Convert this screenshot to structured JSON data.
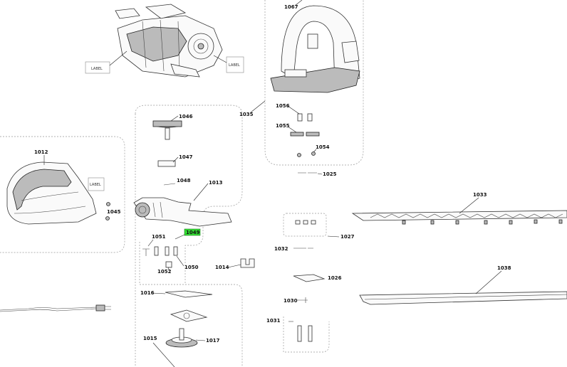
{
  "callouts": {
    "c1067": "1067",
    "c1035": "1035",
    "c1056": "1056",
    "c1055": "1055",
    "c1054": "1054",
    "c1025": "1025",
    "c1046": "1046",
    "c1047": "1047",
    "c1048": "1048",
    "c1013": "1013",
    "c1012": "1012",
    "c1045": "1045",
    "c1051": "1051",
    "c1049": "1049",
    "c1050": "1050",
    "c1052": "1052",
    "c1014": "1014",
    "c1016": "1016",
    "c1015": "1015",
    "c1017": "1017",
    "c1027": "1027",
    "c1032": "1032",
    "c1026": "1026",
    "c1030": "1030",
    "c1031": "1031",
    "c1033": "1033",
    "c1038": "1038"
  },
  "labels": {
    "label_engine_left": "LABEL",
    "label_engine_right": "LABEL",
    "label_housing": "LABEL"
  },
  "highlight": {
    "callout": "1049",
    "color": "#33dd33"
  }
}
